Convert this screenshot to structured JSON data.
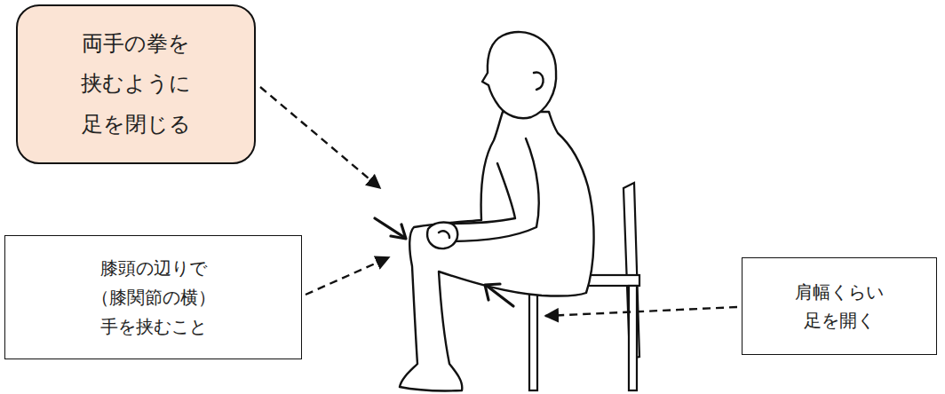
{
  "diagram": {
    "nodes": [
      {
        "text": [
          "両手の拳を 挟むように 足を閉じる"
        ]
      },
      {
        "text": [
          "膝頭の辺りで （膝関節の横） 手を挟むこと"
        ]
      },
      {
        "text": [
          "肩幅くらい 足を開く"
        ]
      }
    ]
  }
}
